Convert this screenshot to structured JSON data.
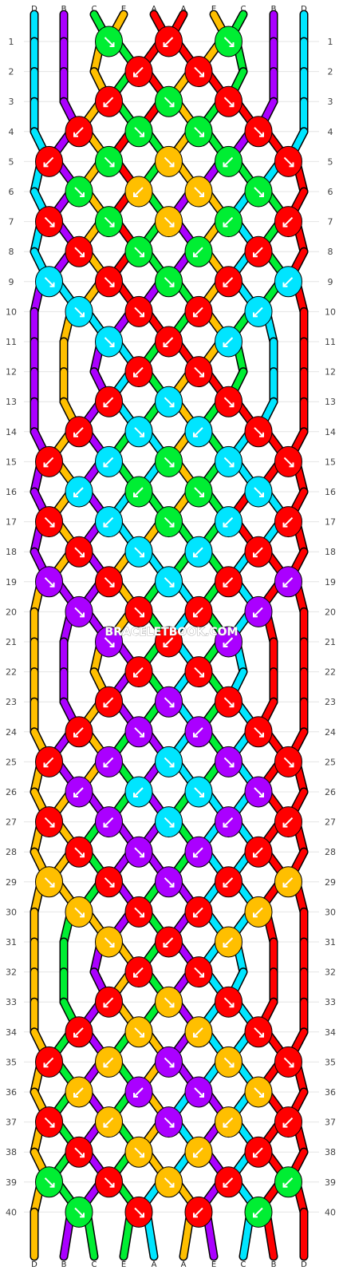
{
  "watermark": "BRACELETBOOK.COM",
  "colors": {
    "A": "#ff0000",
    "B": "#aa00ff",
    "C": "#00ee33",
    "D": "#00e5ff",
    "E": "#ffbf00"
  },
  "strings": [
    "D",
    "B",
    "C",
    "E",
    "A",
    "A",
    "E",
    "C",
    "B",
    "D"
  ],
  "row_numbers": [
    "1",
    "2",
    "3",
    "4",
    "5",
    "6",
    "7",
    "8",
    "9",
    "10",
    "11",
    "12",
    "13",
    "14",
    "15",
    "16",
    "17",
    "18",
    "19",
    "20",
    "21",
    "22",
    "23",
    "24",
    "25",
    "26",
    "27",
    "28",
    "29",
    "30",
    "31",
    "32",
    "33",
    "34",
    "35",
    "36",
    "37",
    "38",
    "39",
    "40"
  ],
  "rows": [
    [
      [
        "C",
        "dr"
      ],
      [
        "A",
        "dl"
      ],
      [
        "C",
        "dr"
      ]
    ],
    [
      [
        "A",
        "dl"
      ],
      [
        "A",
        "dr"
      ]
    ],
    [
      [
        "A",
        "dl"
      ],
      [
        "C",
        "dr"
      ],
      [
        "A",
        "dr"
      ]
    ],
    [
      [
        "A",
        "dl"
      ],
      [
        "C",
        "dr"
      ],
      [
        "C",
        "dr"
      ],
      [
        "A",
        "dr"
      ]
    ],
    [
      [
        "A",
        "dl"
      ],
      [
        "C",
        "dr"
      ],
      [
        "E",
        "dr"
      ],
      [
        "C",
        "dl"
      ],
      [
        "A",
        "dr"
      ]
    ],
    [
      [
        "C",
        "dr"
      ],
      [
        "E",
        "dl"
      ],
      [
        "E",
        "dr"
      ],
      [
        "C",
        "dr"
      ]
    ],
    [
      [
        "A",
        "dr"
      ],
      [
        "C",
        "dr"
      ],
      [
        "E",
        "dr"
      ],
      [
        "C",
        "dl"
      ],
      [
        "A",
        "dl"
      ]
    ],
    [
      [
        "A",
        "dr"
      ],
      [
        "C",
        "dr"
      ],
      [
        "C",
        "dl"
      ],
      [
        "A",
        "dl"
      ]
    ],
    [
      [
        "D",
        "dr"
      ],
      [
        "A",
        "dr"
      ],
      [
        "C",
        "dr"
      ],
      [
        "A",
        "dl"
      ],
      [
        "D",
        "dl"
      ]
    ],
    [
      [
        "D",
        "dr"
      ],
      [
        "A",
        "dr"
      ],
      [
        "A",
        "dl"
      ],
      [
        "D",
        "dl"
      ]
    ],
    [
      [
        "D",
        "dr"
      ],
      [
        "A",
        "dl"
      ],
      [
        "D",
        "dl"
      ]
    ],
    [
      [
        "A",
        "dl"
      ],
      [
        "A",
        "dr"
      ]
    ],
    [
      [
        "A",
        "dl"
      ],
      [
        "D",
        "dr"
      ],
      [
        "A",
        "dr"
      ]
    ],
    [
      [
        "A",
        "dl"
      ],
      [
        "D",
        "dr"
      ],
      [
        "D",
        "dl"
      ],
      [
        "A",
        "dr"
      ]
    ],
    [
      [
        "A",
        "dl"
      ],
      [
        "D",
        "dl"
      ],
      [
        "C",
        "dr"
      ],
      [
        "D",
        "dr"
      ],
      [
        "A",
        "dr"
      ]
    ],
    [
      [
        "D",
        "dl"
      ],
      [
        "C",
        "dl"
      ],
      [
        "C",
        "dr"
      ],
      [
        "D",
        "dr"
      ]
    ],
    [
      [
        "A",
        "dr"
      ],
      [
        "D",
        "dl"
      ],
      [
        "C",
        "dr"
      ],
      [
        "D",
        "dl"
      ],
      [
        "A",
        "dl"
      ]
    ],
    [
      [
        "A",
        "dr"
      ],
      [
        "D",
        "dr"
      ],
      [
        "D",
        "dl"
      ],
      [
        "A",
        "dl"
      ]
    ],
    [
      [
        "B",
        "dr"
      ],
      [
        "A",
        "dr"
      ],
      [
        "D",
        "dr"
      ],
      [
        "A",
        "dl"
      ],
      [
        "B",
        "dl"
      ]
    ],
    [
      [
        "B",
        "dr"
      ],
      [
        "A",
        "dr"
      ],
      [
        "A",
        "dl"
      ],
      [
        "B",
        "dl"
      ]
    ],
    [
      [
        "B",
        "dr"
      ],
      [
        "A",
        "dl"
      ],
      [
        "B",
        "dl"
      ]
    ],
    [
      [
        "A",
        "dl"
      ],
      [
        "A",
        "dr"
      ]
    ],
    [
      [
        "A",
        "dl"
      ],
      [
        "B",
        "dr"
      ],
      [
        "A",
        "dr"
      ]
    ],
    [
      [
        "A",
        "dl"
      ],
      [
        "B",
        "dr"
      ],
      [
        "B",
        "dl"
      ],
      [
        "A",
        "dr"
      ]
    ],
    [
      [
        "A",
        "dl"
      ],
      [
        "B",
        "dl"
      ],
      [
        "D",
        "dr"
      ],
      [
        "B",
        "dr"
      ],
      [
        "A",
        "dr"
      ]
    ],
    [
      [
        "B",
        "dl"
      ],
      [
        "D",
        "dl"
      ],
      [
        "D",
        "dr"
      ],
      [
        "B",
        "dr"
      ]
    ],
    [
      [
        "A",
        "dr"
      ],
      [
        "B",
        "dl"
      ],
      [
        "D",
        "dr"
      ],
      [
        "B",
        "dl"
      ],
      [
        "A",
        "dl"
      ]
    ],
    [
      [
        "A",
        "dr"
      ],
      [
        "B",
        "dr"
      ],
      [
        "B",
        "dl"
      ],
      [
        "A",
        "dl"
      ]
    ],
    [
      [
        "E",
        "dr"
      ],
      [
        "A",
        "dr"
      ],
      [
        "B",
        "dr"
      ],
      [
        "A",
        "dl"
      ],
      [
        "E",
        "dl"
      ]
    ],
    [
      [
        "E",
        "dr"
      ],
      [
        "A",
        "dr"
      ],
      [
        "A",
        "dl"
      ],
      [
        "E",
        "dl"
      ]
    ],
    [
      [
        "E",
        "dr"
      ],
      [
        "A",
        "dl"
      ],
      [
        "E",
        "dl"
      ]
    ],
    [
      [
        "A",
        "dl"
      ],
      [
        "A",
        "dr"
      ]
    ],
    [
      [
        "A",
        "dl"
      ],
      [
        "E",
        "dr"
      ],
      [
        "A",
        "dr"
      ]
    ],
    [
      [
        "A",
        "dl"
      ],
      [
        "E",
        "dr"
      ],
      [
        "E",
        "dl"
      ],
      [
        "A",
        "dr"
      ]
    ],
    [
      [
        "A",
        "dl"
      ],
      [
        "E",
        "dl"
      ],
      [
        "B",
        "dr"
      ],
      [
        "E",
        "dr"
      ],
      [
        "A",
        "dr"
      ]
    ],
    [
      [
        "E",
        "dl"
      ],
      [
        "B",
        "dl"
      ],
      [
        "B",
        "dr"
      ],
      [
        "E",
        "dr"
      ]
    ],
    [
      [
        "A",
        "dr"
      ],
      [
        "E",
        "dl"
      ],
      [
        "B",
        "dr"
      ],
      [
        "E",
        "dl"
      ],
      [
        "A",
        "dl"
      ]
    ],
    [
      [
        "A",
        "dr"
      ],
      [
        "E",
        "dr"
      ],
      [
        "E",
        "dl"
      ],
      [
        "A",
        "dl"
      ]
    ],
    [
      [
        "C",
        "dr"
      ],
      [
        "A",
        "dr"
      ],
      [
        "E",
        "dr"
      ],
      [
        "A",
        "dl"
      ],
      [
        "C",
        "dl"
      ]
    ],
    [
      [
        "C",
        "dr"
      ],
      [
        "A",
        "dr"
      ],
      [
        "A",
        "dl"
      ],
      [
        "C",
        "dl"
      ]
    ]
  ]
}
